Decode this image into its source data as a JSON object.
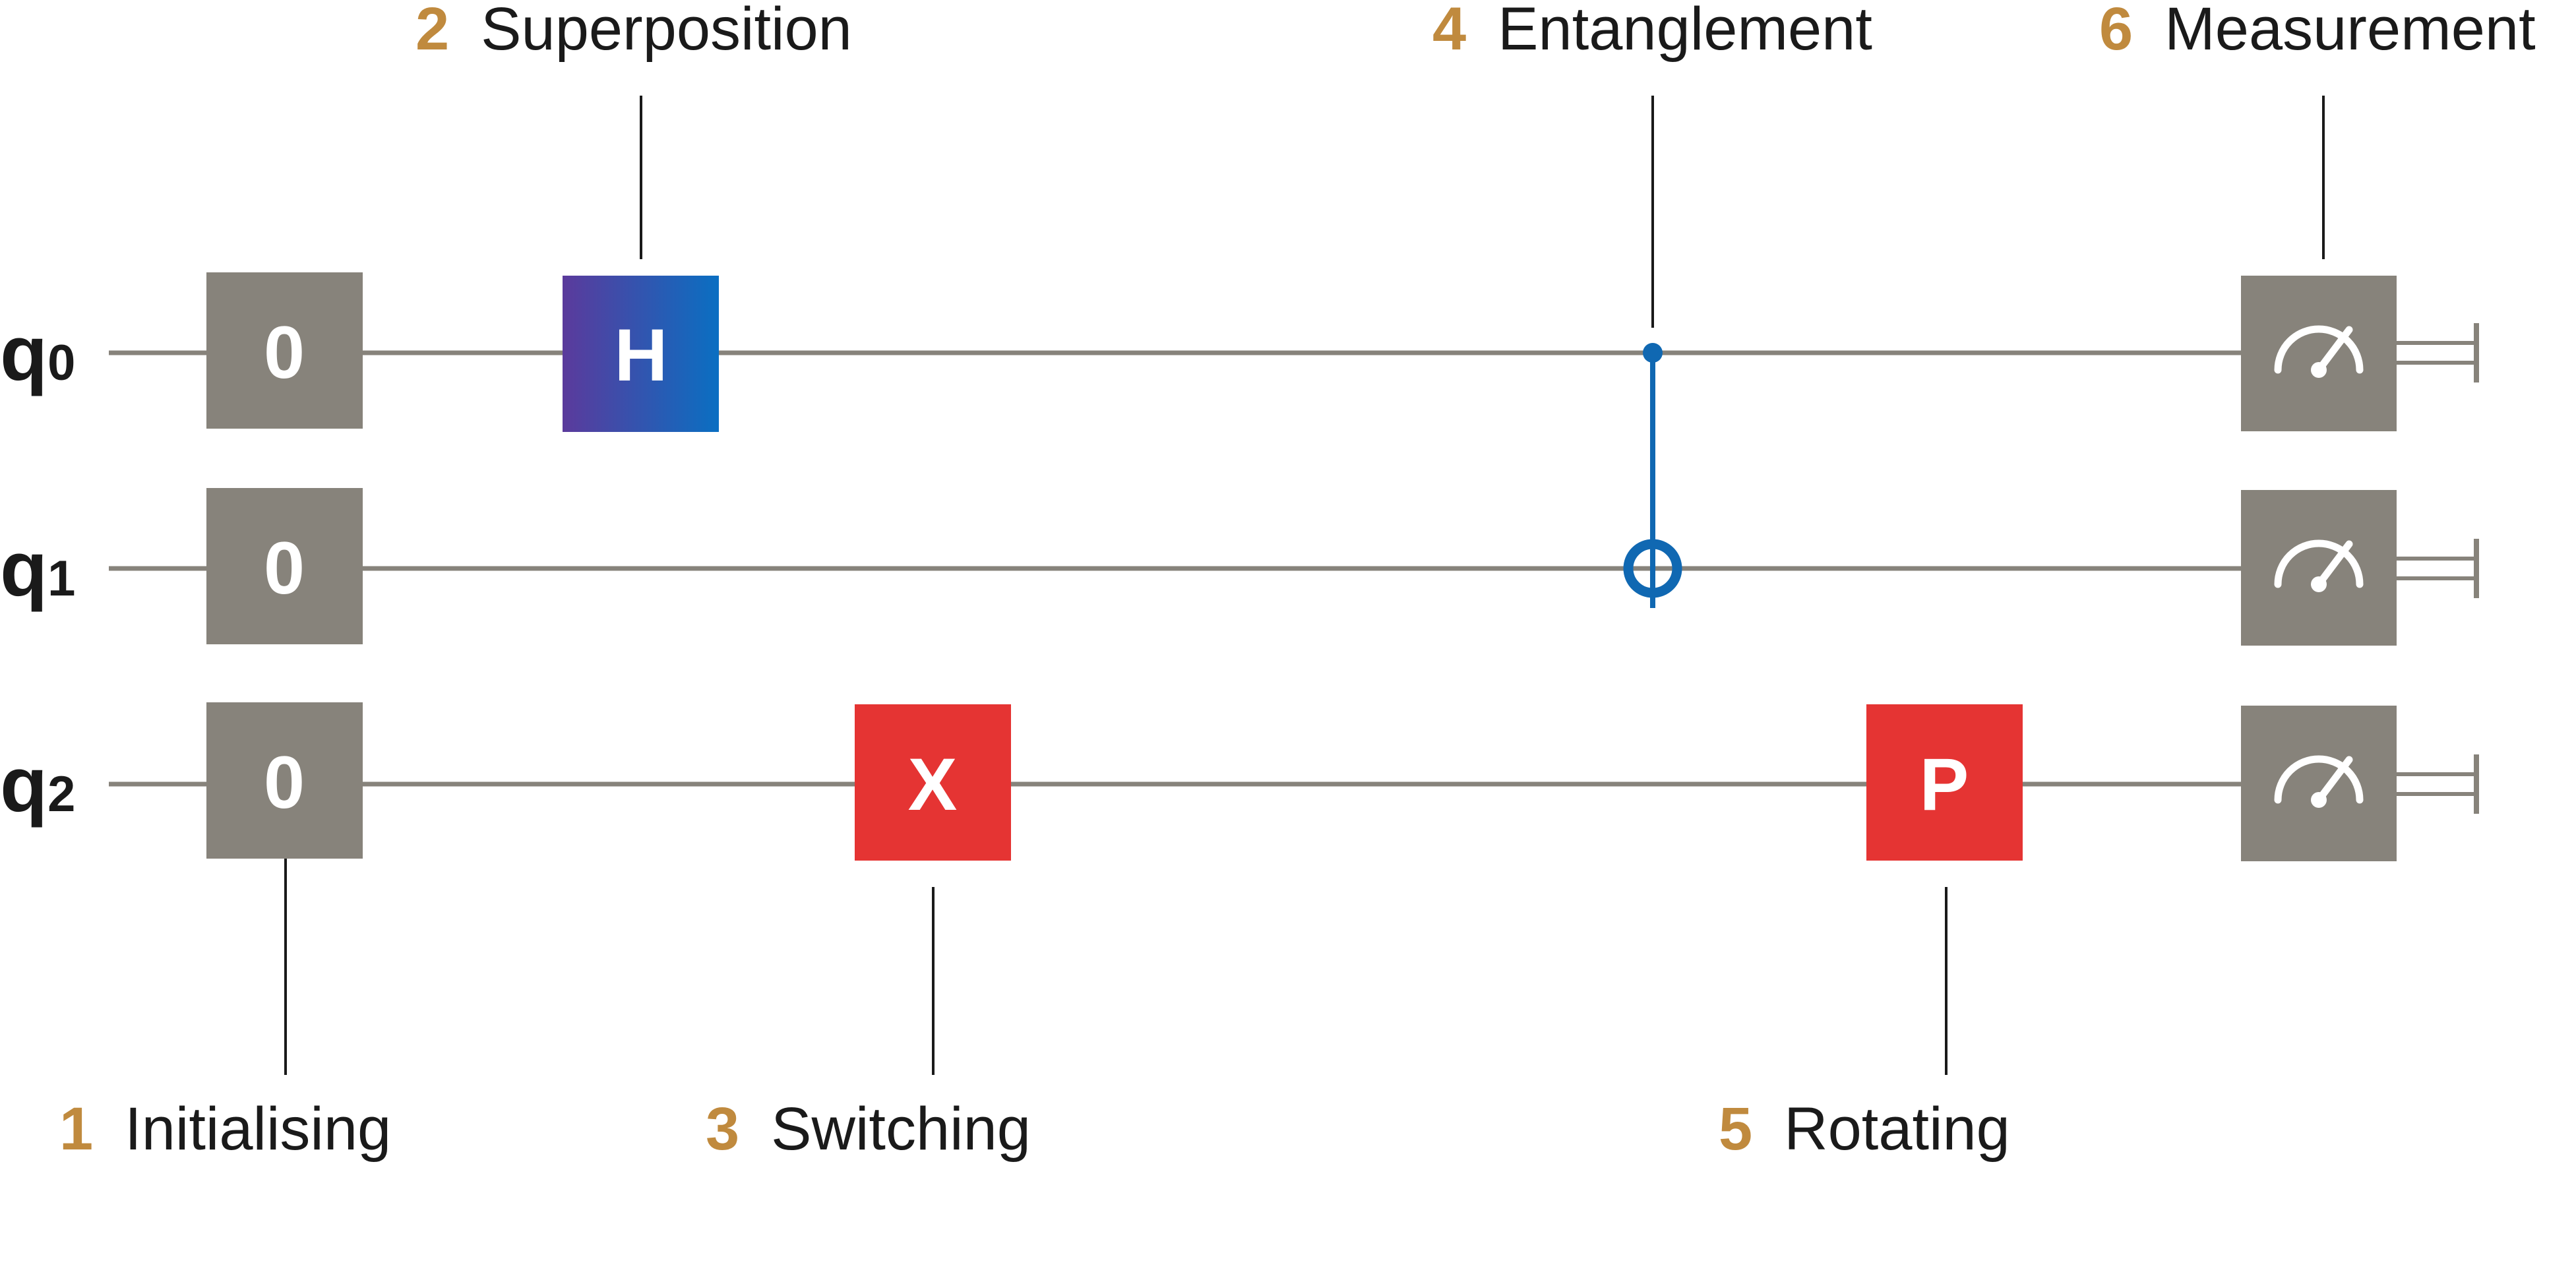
{
  "colors": {
    "step_number": "#c08a3e",
    "wire": "#87837b",
    "reset_gate": "#87837b",
    "measure_gate": "#87837b",
    "h_gate_from": "#5b3a9c",
    "h_gate_to": "#0a6fc2",
    "red_gate": "#e53433",
    "cnot": "#1068b2",
    "text": "#1a1a1a"
  },
  "qubits": [
    {
      "name": "q",
      "sub": "0"
    },
    {
      "name": "q",
      "sub": "1"
    },
    {
      "name": "q",
      "sub": "2"
    }
  ],
  "gates": {
    "reset": "0",
    "hadamard": "H",
    "pauli_x": "X",
    "phase": "P",
    "measure_icon": "gauge-icon"
  },
  "steps": [
    {
      "number": "1",
      "label": "Initialising"
    },
    {
      "number": "2",
      "label": "Superposition"
    },
    {
      "number": "3",
      "label": "Switching"
    },
    {
      "number": "4",
      "label": "Entanglement"
    },
    {
      "number": "5",
      "label": "Rotating"
    },
    {
      "number": "6",
      "label": "Measurement"
    }
  ]
}
